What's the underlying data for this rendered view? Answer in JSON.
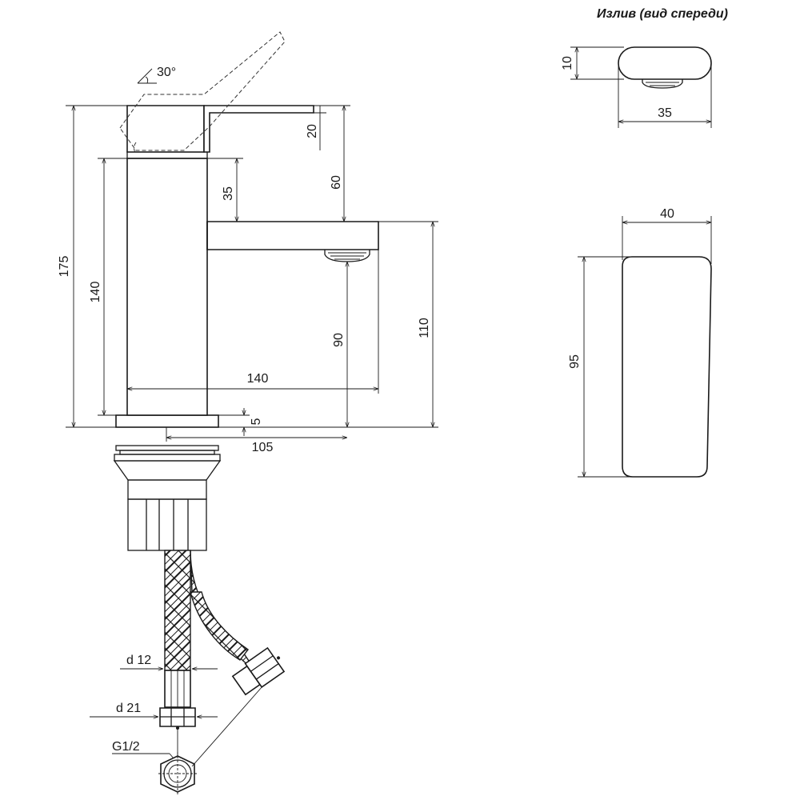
{
  "title": "Излив (вид спереди)",
  "angle": "30°",
  "dimensions": {
    "d175": "175",
    "d140v": "140",
    "d20": "20",
    "d60": "60",
    "d35v": "35",
    "d90": "90",
    "d110": "110",
    "d140h": "140",
    "d5": "5",
    "d105": "105",
    "spout_h": "10",
    "spout_w": "35",
    "lever_w": "40",
    "lever_h": "95"
  },
  "hose": {
    "d12": "d 12",
    "d21": "d 21",
    "thread": "G1/2"
  }
}
